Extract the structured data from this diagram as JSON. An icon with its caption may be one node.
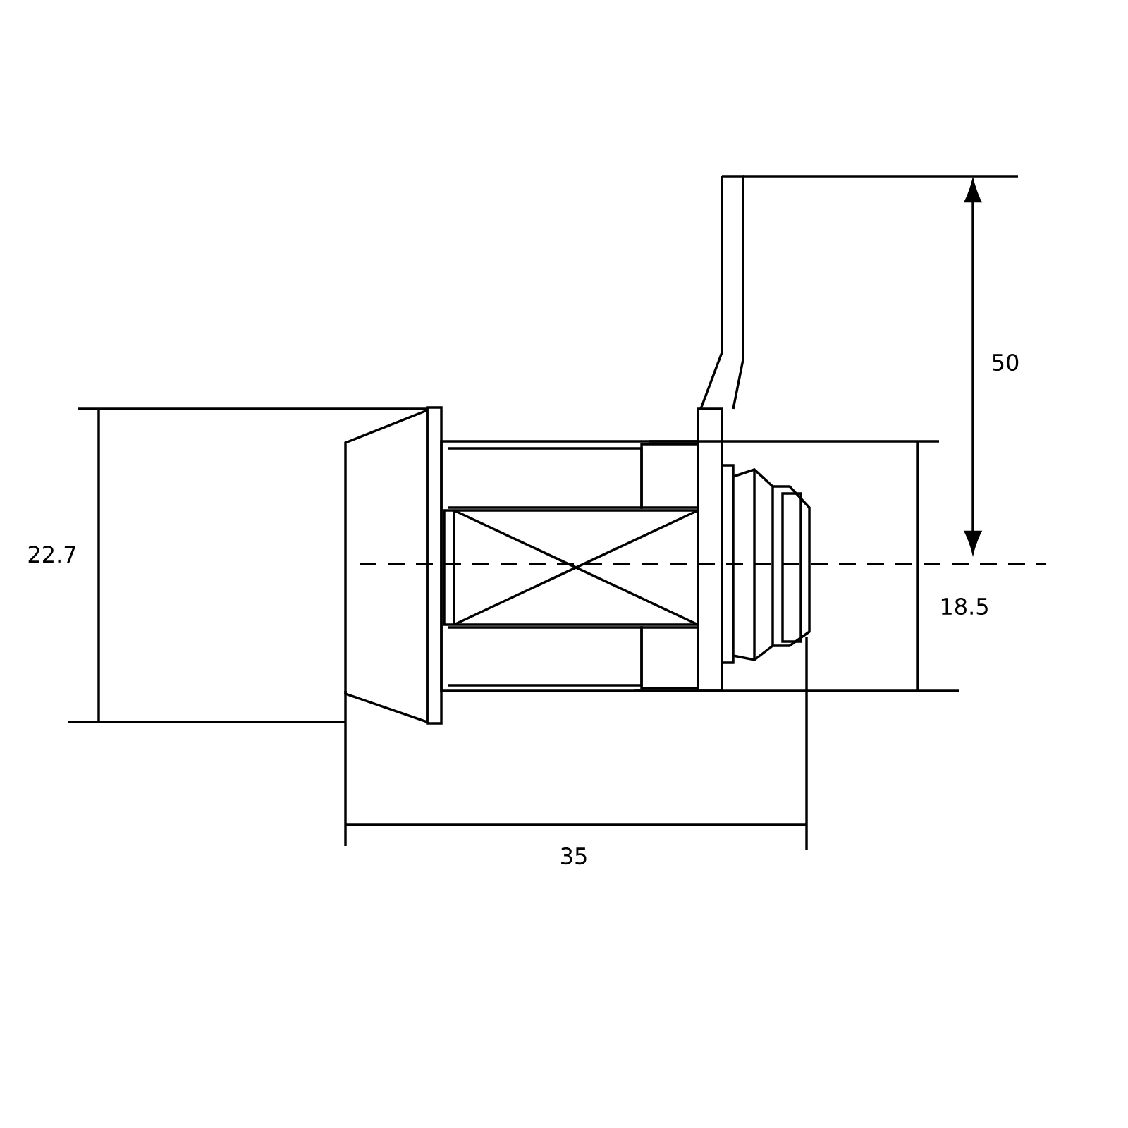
{
  "diagram": {
    "labels": [
      "50",
      "22.7",
      "18.5",
      "35"
    ]
  }
}
